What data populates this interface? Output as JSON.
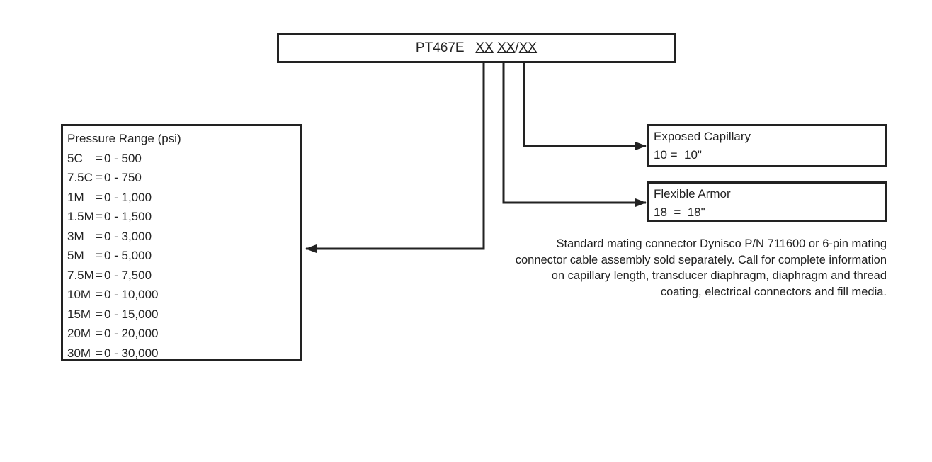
{
  "model_code": {
    "prefix": "PT467E",
    "segment_1": "XX",
    "segment_2": "XX",
    "separator": "/",
    "segment_3": "XX"
  },
  "pressure_range": {
    "title": "Pressure Range (psi)",
    "rows": [
      {
        "code": "5C",
        "equals": "=",
        "range": "0 - 500"
      },
      {
        "code": "7.5C",
        "equals": "=",
        "range": "0 - 750"
      },
      {
        "code": "1M",
        "equals": "=",
        "range": "0 - 1,000"
      },
      {
        "code": "1.5M",
        "equals": "=",
        "range": "0 - 1,500"
      },
      {
        "code": "3M",
        "equals": "=",
        "range": "0 - 3,000"
      },
      {
        "code": "5M",
        "equals": "=",
        "range": "0 - 5,000"
      },
      {
        "code": "7.5M",
        "equals": "=",
        "range": "0 - 7,500"
      },
      {
        "code": "10M",
        "equals": "=",
        "range": "0 - 10,000"
      },
      {
        "code": "15M",
        "equals": "=",
        "range": "0 - 15,000"
      },
      {
        "code": "20M",
        "equals": "=",
        "range": "0 - 20,000"
      },
      {
        "code": "30M",
        "equals": "=",
        "range": "0 - 30,000"
      }
    ]
  },
  "exposed_capillary": {
    "title": "Exposed Capillary",
    "value": "10 =  10\""
  },
  "flexible_armor": {
    "title": "Flexible Armor",
    "value": "18  =  18\""
  },
  "note": "Standard mating connector Dynisco P/N 711600 or 6-pin mating\nconnector cable assembly sold separately. Call for complete information\non capillary length, transducer diaphragm, diaphragm and thread\ncoating, electrical connectors and fill media.",
  "colors": {
    "line": "#222222",
    "text": "#222222",
    "background": "#ffffff"
  }
}
